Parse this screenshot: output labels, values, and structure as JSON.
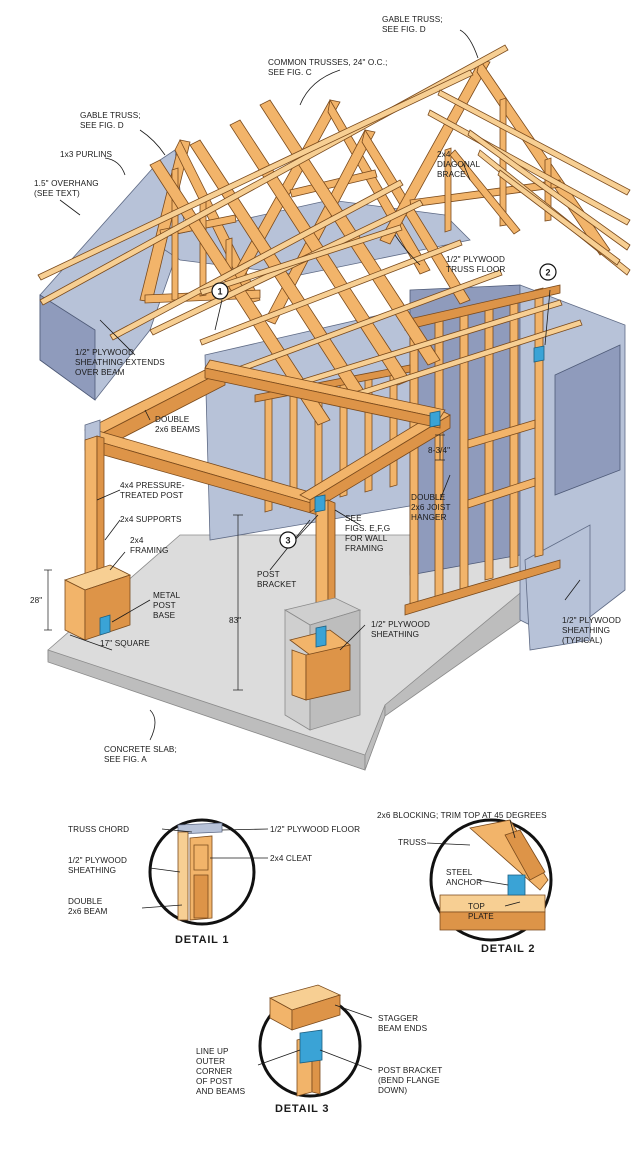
{
  "labels": {
    "gable_truss_top": [
      "GABLE TRUSS;",
      "SEE FIG. D"
    ],
    "common_trusses": [
      "COMMON TRUSSES, 24\" O.C.;",
      "SEE FIG. C"
    ],
    "gable_truss_left": [
      "GABLE TRUSS;",
      "SEE FIG. D"
    ],
    "purlins": "1x3 PURLINS",
    "overhang": [
      "1.5\" OVERHANG",
      "(SEE TEXT)"
    ],
    "diagonal_brace": [
      "2x4",
      "DIAGONAL",
      "BRACE"
    ],
    "truss_floor": [
      "1/2\" PLYWOOD",
      "TRUSS FLOOR"
    ],
    "sheathing_beam": [
      "1/2\" PLYWOOD",
      "SHEATHING EXTENDS",
      "OVER BEAM"
    ],
    "double_beams": [
      "DOUBLE",
      "2x6 BEAMS"
    ],
    "post": [
      "4x4 PRESSURE-",
      "TREATED POST"
    ],
    "supports": "2x4 SUPPORTS",
    "framing": [
      "2x4",
      "FRAMING"
    ],
    "post_base": [
      "METAL",
      "POST",
      "BASE"
    ],
    "height_28": "28\"",
    "square_17": "17\" SQUARE",
    "post_bracket": [
      "POST",
      "BRACKET"
    ],
    "height_83": "83\"",
    "see_figs": [
      "SEE",
      "FIGS. E,F,G",
      "FOR WALL",
      "FRAMING"
    ],
    "dim_834": "8-3/4\"",
    "joist_hanger": [
      "DOUBLE",
      "2x6 JOIST",
      "HANGER"
    ],
    "sheathing_mid": [
      "1/2\" PLYWOOD",
      "SHEATHING"
    ],
    "sheathing_typ": [
      "1/2\" PLYWOOD",
      "SHEATHING",
      "(TYPICAL)"
    ],
    "slab": [
      "CONCRETE SLAB;",
      "SEE FIG. A"
    ]
  },
  "callouts": [
    "1",
    "2",
    "3"
  ],
  "detail1": {
    "title": "DETAIL 1",
    "truss_chord": "TRUSS CHORD",
    "plywood_floor": "1/2\" PLYWOOD FLOOR",
    "sheathing": [
      "1/2\" PLYWOOD",
      "SHEATHING"
    ],
    "cleat": "2x4 CLEAT",
    "beam": [
      "DOUBLE",
      "2x6 BEAM"
    ]
  },
  "detail2": {
    "title": "DETAIL 2",
    "blocking": "2x6 BLOCKING; TRIM TOP AT 45 DEGREES",
    "truss": "TRUSS",
    "anchor": [
      "STEEL",
      "ANCHOR"
    ],
    "top_plate": [
      "TOP",
      "PLATE"
    ]
  },
  "detail3": {
    "title": "DETAIL 3",
    "stagger": [
      "STAGGER",
      "BEAM ENDS"
    ],
    "line_up": [
      "LINE UP",
      "OUTER",
      "CORNER",
      "OF POST",
      "AND BEAMS"
    ],
    "bracket": [
      "POST BRACKET",
      "(BEND FLANGE",
      "DOWN)"
    ]
  }
}
